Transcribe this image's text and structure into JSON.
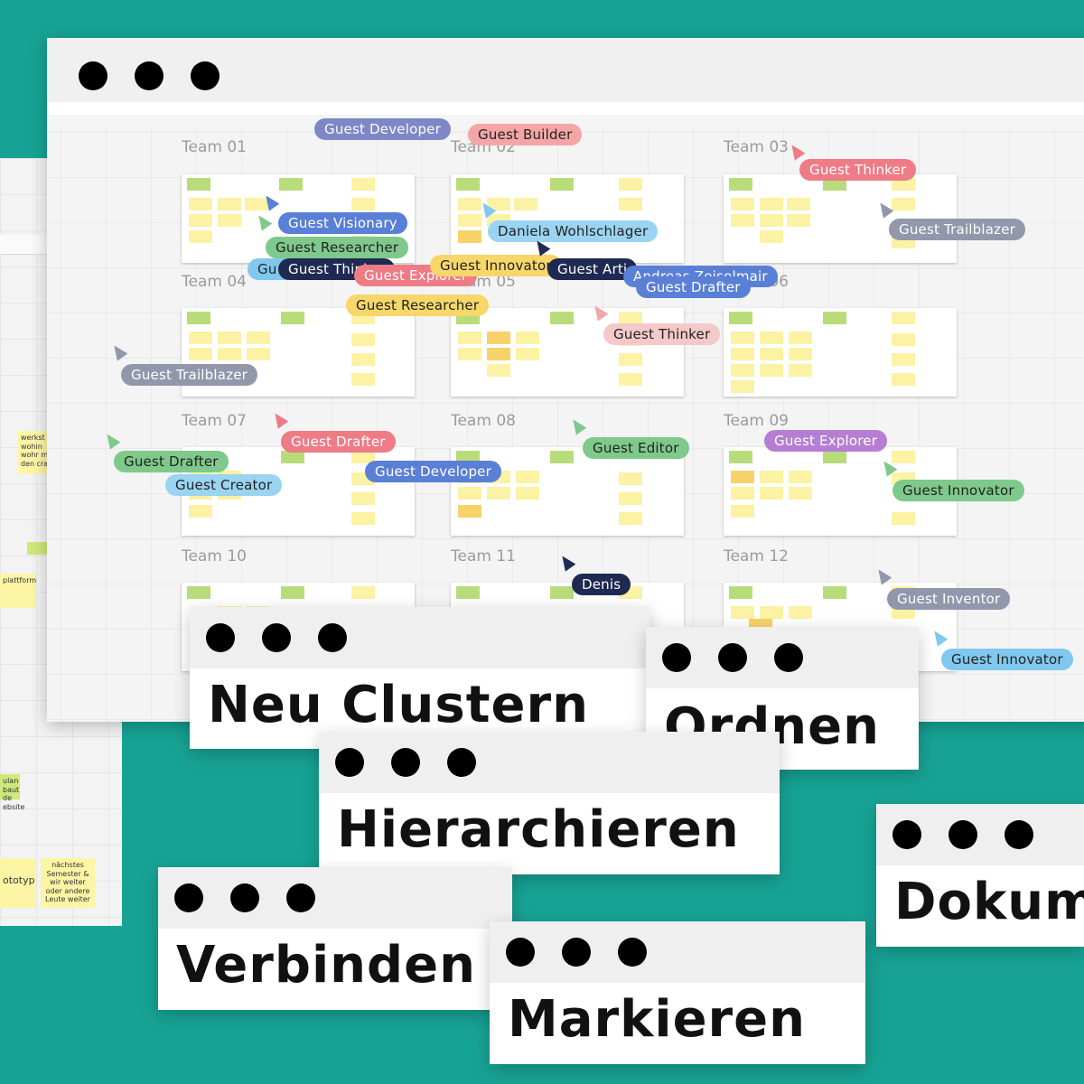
{
  "background_board": {
    "notes": [
      "werkst",
      "wohin",
      "wohr m",
      "den cra",
      "plattform",
      "ulan",
      "baut de",
      "ebsite",
      "ototyp",
      "nächstes Semester & wir weiter oder andere Leute weiter"
    ]
  },
  "board": {
    "teams": [
      "Team 01",
      "Team 02",
      "Team 03",
      "Team 04",
      "Team 05",
      "Team 06",
      "Team 07",
      "Team 08",
      "Team 09",
      "Team 10",
      "Team 11",
      "Team 12"
    ],
    "collaborators": [
      {
        "name": "Guest Developer",
        "color": "#7f87c6",
        "text": "#ffffff"
      },
      {
        "name": "Guest Builder",
        "color": "#f4a6a6",
        "text": "#222222"
      },
      {
        "name": "Guest Thinker",
        "color": "#ee7b86",
        "text": "#ffffff"
      },
      {
        "name": "Guest Visionary",
        "color": "#5a7fd6",
        "text": "#ffffff"
      },
      {
        "name": "Guest Researcher",
        "color": "#7ec98b",
        "text": "#222222"
      },
      {
        "name": "Guest Thinker",
        "color": "#1f2a52",
        "text": "#ffffff"
      },
      {
        "name": "Gu",
        "color": "#80c8ee",
        "text": "#222222"
      },
      {
        "name": "Guest Explorer",
        "color": "#ee7b86",
        "text": "#ffffff"
      },
      {
        "name": "Guest Innovator",
        "color": "#f7d66a",
        "text": "#222222"
      },
      {
        "name": "Daniela Wohlschlager",
        "color": "#9ad4f0",
        "text": "#222222"
      },
      {
        "name": "Guest Arti",
        "color": "#1f2a52",
        "text": "#ffffff"
      },
      {
        "name": "Andreas Zeiselmair",
        "color": "#5a7fd6",
        "text": "#ffffff"
      },
      {
        "name": "Guest Drafter",
        "color": "#5a7fd6",
        "text": "#ffffff"
      },
      {
        "name": "Guest Trailblazer",
        "color": "#9297ac",
        "text": "#ffffff"
      },
      {
        "name": "Guest Researcher",
        "color": "#f7d66a",
        "text": "#222222"
      },
      {
        "name": "Guest Thinker",
        "color": "#f4c9c9",
        "text": "#222222"
      },
      {
        "name": "Guest Trailblazer",
        "color": "#9297ac",
        "text": "#ffffff"
      },
      {
        "name": "Guest Drafter",
        "color": "#ee7b86",
        "text": "#ffffff"
      },
      {
        "name": "Guest Drafter",
        "color": "#7ec98b",
        "text": "#222222"
      },
      {
        "name": "Guest Creator",
        "color": "#9ad4f0",
        "text": "#222222"
      },
      {
        "name": "Guest Developer",
        "color": "#5a7fd6",
        "text": "#ffffff"
      },
      {
        "name": "Guest Editor",
        "color": "#7ec98b",
        "text": "#222222"
      },
      {
        "name": "Guest Explorer",
        "color": "#b57ed3",
        "text": "#ffffff"
      },
      {
        "name": "Guest Innovator",
        "color": "#7ec98b",
        "text": "#222222"
      },
      {
        "name": "Denis",
        "color": "#1f2a52",
        "text": "#ffffff"
      },
      {
        "name": "Guest Inventor",
        "color": "#9297ac",
        "text": "#ffffff"
      },
      {
        "name": "Guest Innovator",
        "color": "#80c8ee",
        "text": "#222222"
      }
    ]
  },
  "actions": [
    "Neu Clustern",
    "Ordnen",
    "Hierarchieren",
    "Dokum",
    "Verbinden",
    "Markieren"
  ]
}
